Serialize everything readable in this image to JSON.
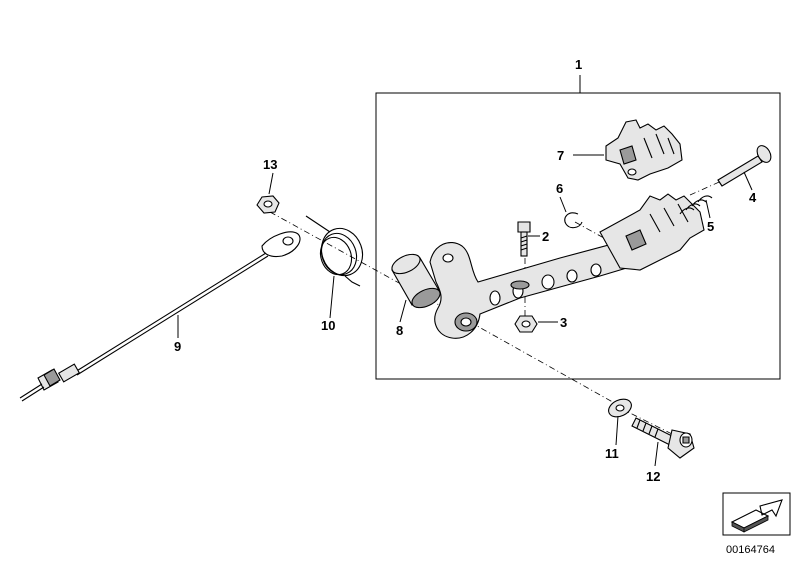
{
  "callouts": {
    "c1": "1",
    "c2": "2",
    "c3": "3",
    "c4": "4",
    "c5": "5",
    "c6": "6",
    "c7": "7",
    "c8": "8",
    "c9": "9",
    "c10": "10",
    "c11": "11",
    "c12": "12",
    "c13": "13"
  },
  "reference_number": "00164764"
}
